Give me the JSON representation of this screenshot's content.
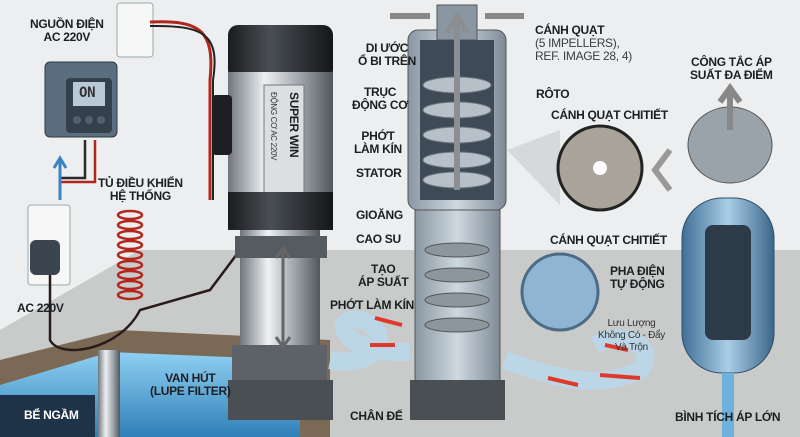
{
  "labels": {
    "power_source": [
      "NGUỒN ĐIỆN",
      "AC 220V"
    ],
    "control_box": [
      "TỦ ĐIỀU KHIỂN",
      "HỆ THỐNG"
    ],
    "control_display": "ON",
    "ac_outlet": "AC 220V",
    "motor_brand": "SUPER WIN",
    "motor_spec": "ĐỘNG CƠ AC 220V",
    "upper_bearing": [
      "DI ƯỚC",
      "Ổ BI TRÊN"
    ],
    "motor_shaft": [
      "TRỤC",
      "ĐỘNG CƠ"
    ],
    "seal_upper": [
      "PHỚT",
      "LÀM KÍN"
    ],
    "stator": "STATOR",
    "gasket": "GIOĂNG",
    "rubber": "CAO SU",
    "pressure": [
      "TẠO",
      "ÁP SUẤT"
    ],
    "seal_lower": "PHỚT LÀM KÍN",
    "base": "CHÂN ĐẾ",
    "suction_valve": [
      "VAN HÚT",
      "(LUPE FILTER)"
    ],
    "tank_underground": "BỂ NGẦM",
    "impellers": [
      "CÁNH QUẠT",
      "(5 IMPELLERS),",
      "REF. IMAGE 28, 4)"
    ],
    "rotor": "RÔTO",
    "impeller_detail_1": "CÁNH QUẠT CHITIẾT",
    "impeller_detail_2": "CÁNH QUẠT CHITIẾT",
    "pressure_switch": [
      "CÔNG TẮC ÁP",
      "SUẤT ĐA ĐIỂM"
    ],
    "auto_phase": [
      "PHA ĐIỆN",
      "TỰ ĐỘNG"
    ],
    "flow_note": [
      "Lưu Lượng",
      "Không Có - Đẩy",
      "Và Trộn"
    ],
    "pressure_tank": "BÌNH TÍCH ÁP LỚN"
  },
  "colors": {
    "wall": "#e9ebec",
    "floor": "#c9cbcb",
    "water": "#5aa6d6",
    "flow_arrow": "#e0392b",
    "cable_red": "#b3261e",
    "steel": "#b9bec2",
    "motor_black": "#2a2d30"
  }
}
